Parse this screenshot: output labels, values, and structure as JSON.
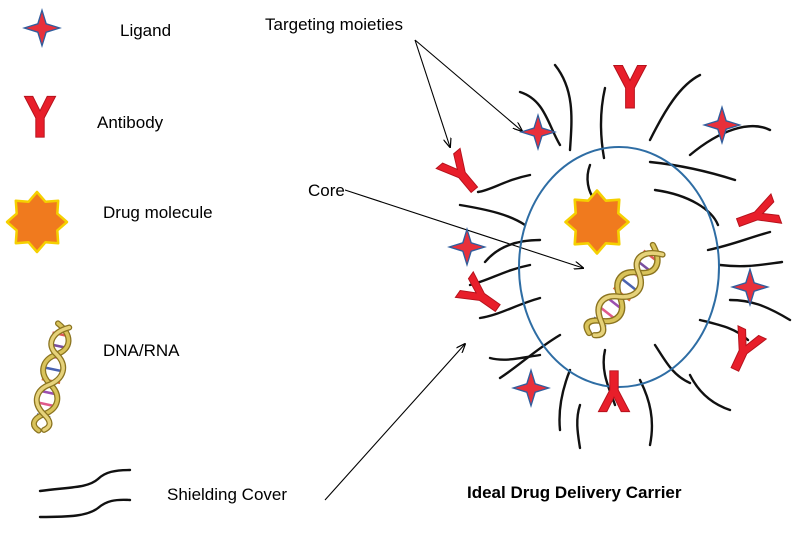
{
  "legend": {
    "ligand": "Ligand",
    "antibody": "Antibody",
    "drug_molecule": "Drug molecule",
    "dna_rna": "DNA/RNA",
    "shielding_cover": "Shielding Cover"
  },
  "annotations": {
    "targeting_moieties": "Targeting moieties",
    "core": "Core"
  },
  "caption": "Ideal Drug Delivery Carrier",
  "colors": {
    "ligand_fill": "#E8303B",
    "ligand_edge": "#2F5E9E",
    "antibody": "#E81E2A",
    "drug_fill": "#F07A1E",
    "drug_edge": "#F5D000",
    "core_ring": "#2E6DA4",
    "helix_strand": "#C8AE3A",
    "chain": "#111111"
  },
  "icons": {
    "ligand": "four-point-star-icon",
    "antibody": "y-shape-antibody-icon",
    "drug_molecule": "eight-point-star-icon",
    "dna_rna": "double-helix-icon",
    "shielding_cover": "polymer-chain-icon"
  }
}
